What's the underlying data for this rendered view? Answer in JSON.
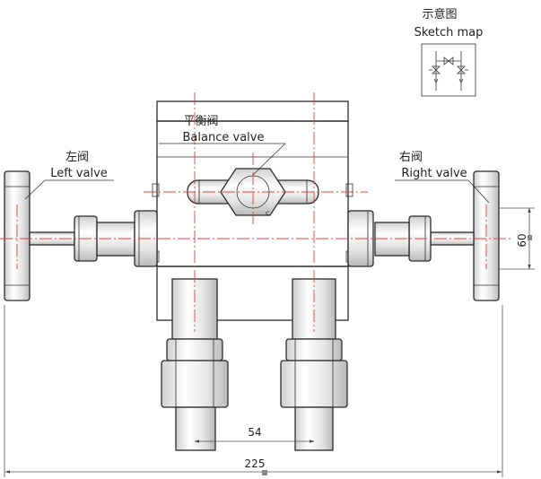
{
  "sketch": {
    "title_cn": "示意图",
    "title_en": "Sketch map"
  },
  "labels": {
    "balance_cn": "平衡阀",
    "balance_en": "Balance valve",
    "left_cn": "左阀",
    "left_en": "Left valve",
    "right_cn": "右阀",
    "right_en": "Right valve",
    "hex_mark": "c"
  },
  "dimensions": {
    "overall_width": "225",
    "port_spacing": "54",
    "height": "60"
  },
  "colors": {
    "centerline": "#e0433c",
    "outline": "#2b2b2b",
    "dimension": "#555555"
  }
}
